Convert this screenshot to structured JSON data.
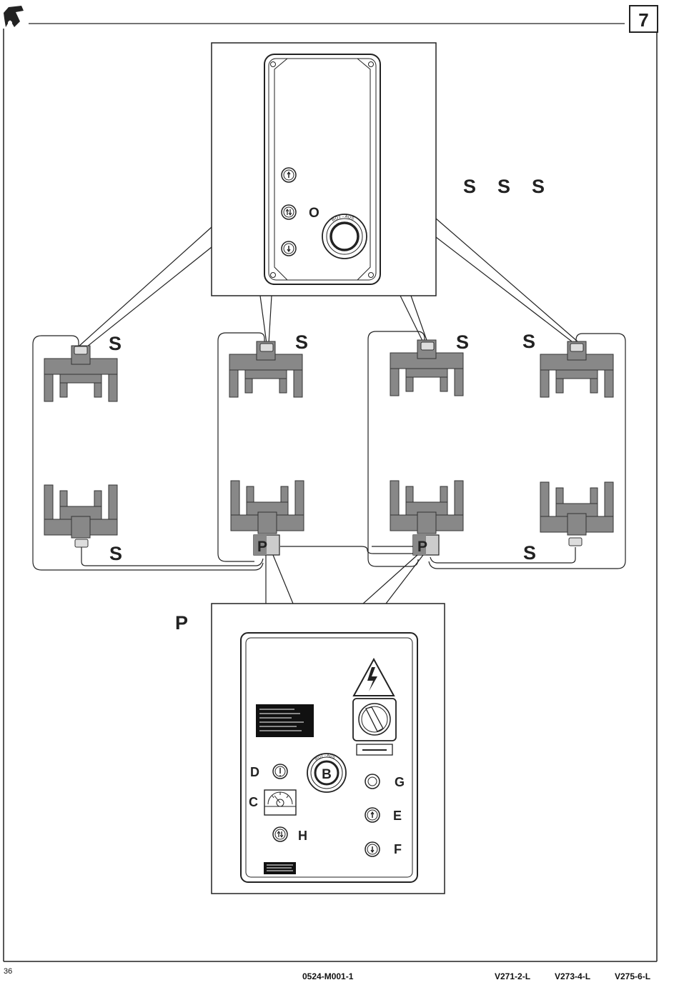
{
  "header": {
    "section_number": "7"
  },
  "top_panel": {
    "label": "O",
    "button_text": "ROT - AUS"
  },
  "labels": {
    "s": "S",
    "p": "P"
  },
  "bottom_panel": {
    "button_b": "B",
    "button_text": "ROT - AUS",
    "indicators": [
      "D",
      "C",
      "H",
      "G",
      "E",
      "F"
    ]
  },
  "footer": {
    "page_number": "36",
    "doc_code": "0524-M001-1",
    "models": [
      "V271-2-L",
      "V273-4-L",
      "V275-6-L"
    ]
  }
}
